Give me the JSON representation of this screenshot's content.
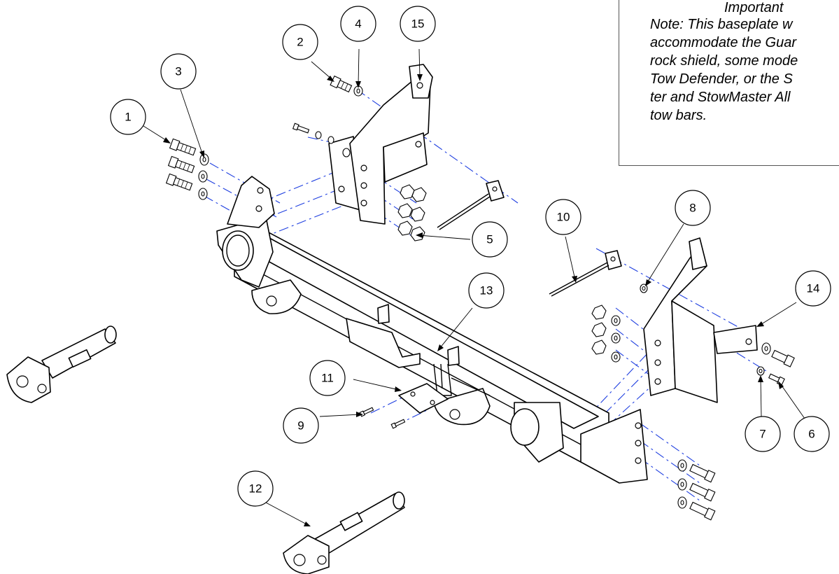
{
  "note": {
    "title": "Important",
    "body": "Note: This baseplate w\naccommodate the Guar\nrock shield, some mode\nTow Defender, or the S\nter and StowMaster All\ntow bars."
  },
  "callouts": [
    "1",
    "2",
    "3",
    "4",
    "5",
    "6",
    "7",
    "8",
    "9",
    "10",
    "11",
    "12",
    "13",
    "14",
    "15"
  ],
  "colors": {
    "dash_lines": "#1f3fe0",
    "line_art": "#000000"
  }
}
